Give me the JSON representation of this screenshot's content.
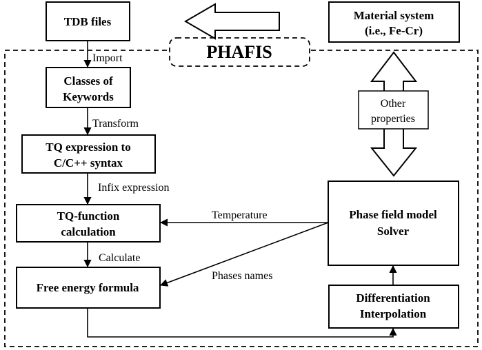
{
  "title": "PHAFIS",
  "nodes": {
    "tdb": "TDB files",
    "material_line1": "Material system",
    "material_line2": "(i.e., Fe-Cr)",
    "classes_line1": "Classes of",
    "classes_line2": "Keywords",
    "tq_expr_line1": "TQ expression to",
    "tq_expr_line2": "C/C++ syntax",
    "tq_func_line1": "TQ-function",
    "tq_func_line2": "calculation",
    "free_energy": "Free energy formula",
    "solver_line1": "Phase field model",
    "solver_line2": "Solver",
    "diff_line1": "Differentiation",
    "diff_line2": "Interpolation"
  },
  "edges": {
    "import": "Import",
    "transform": "Transform",
    "infix": "Infix expression",
    "calculate": "Calculate",
    "temperature": "Temperature",
    "phases": "Phases names",
    "other_line1": "Other",
    "other_line2": "properties"
  }
}
